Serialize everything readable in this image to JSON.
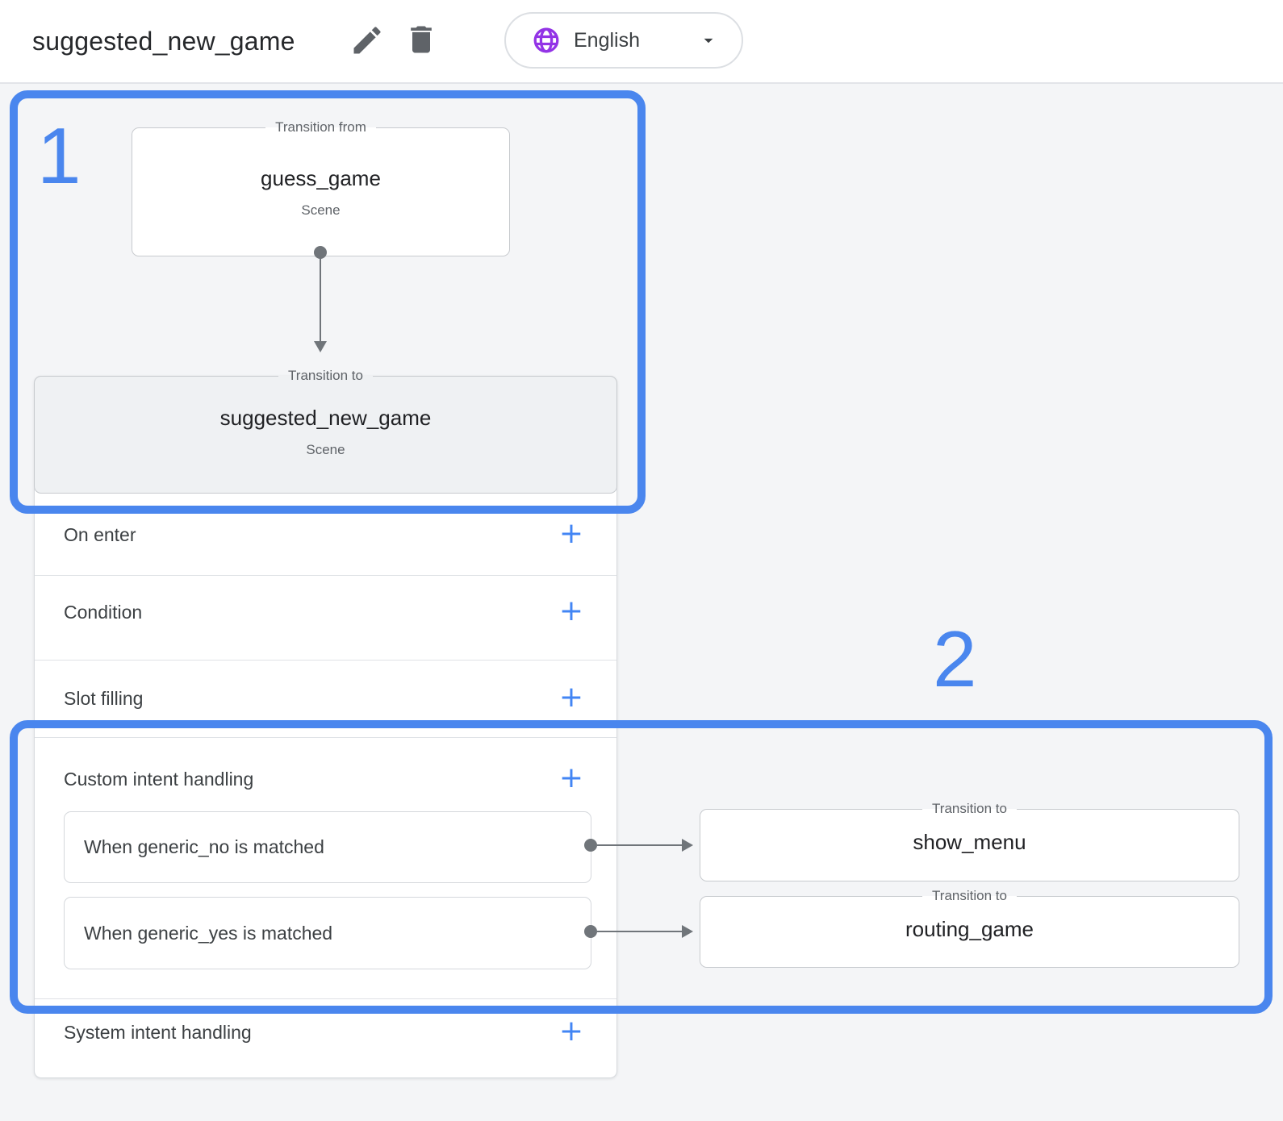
{
  "header": {
    "title": "suggested_new_game",
    "edit_icon": "pencil-icon",
    "delete_icon": "trash-icon",
    "language_selector": {
      "icon": "globe-icon",
      "label": "English",
      "caret": "chevron-down-icon"
    }
  },
  "annotations": {
    "step1": "1",
    "step2": "2"
  },
  "diagram": {
    "transition_from": {
      "legend": "Transition from",
      "scene_name": "guess_game",
      "scene_type": "Scene"
    },
    "transition_to": {
      "legend": "Transition to",
      "scene_name": "suggested_new_game",
      "scene_type": "Scene"
    }
  },
  "panel": {
    "add_label": "+",
    "sections": {
      "on_enter": "On enter",
      "condition": "Condition",
      "slot_filling": "Slot filling",
      "custom_intent": "Custom intent handling",
      "system_intent": "System intent handling"
    },
    "intents": [
      {
        "text": "When generic_no is matched",
        "transition": {
          "legend": "Transition to",
          "target": "show_menu"
        }
      },
      {
        "text": "When generic_yes is matched",
        "transition": {
          "legend": "Transition to",
          "target": "routing_game"
        }
      }
    ]
  },
  "colors": {
    "annotation_blue": "#4a86ee",
    "plus_blue": "#4285f4",
    "globe_purple": "#9334e6",
    "connector_gray": "#70757a",
    "page_background": "#f4f5f7"
  }
}
